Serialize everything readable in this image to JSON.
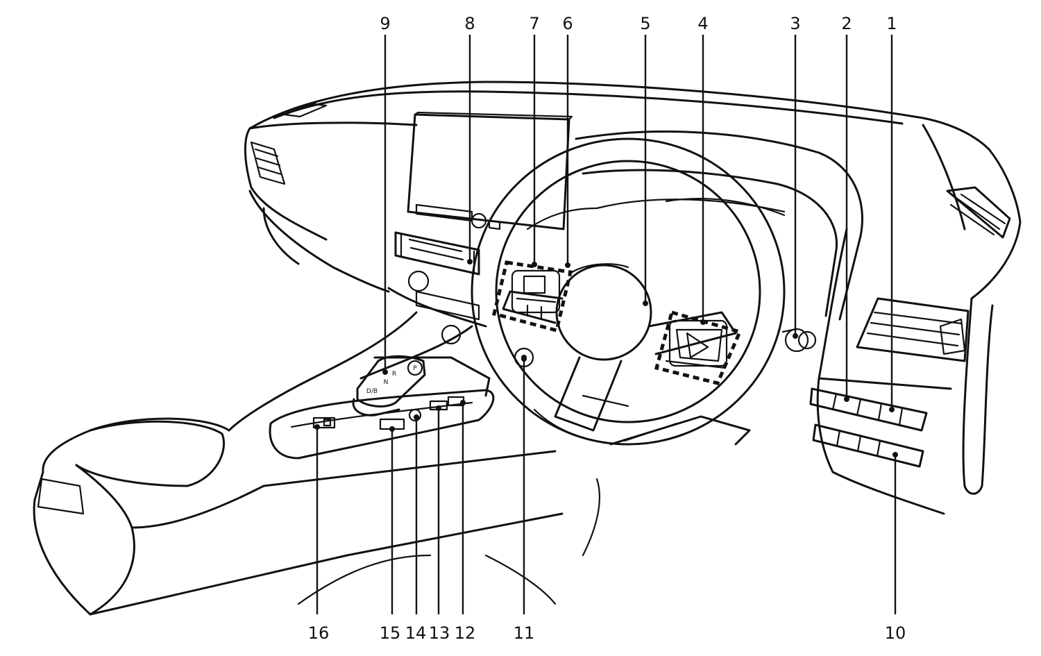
{
  "callouts": [
    {
      "label": "1"
    },
    {
      "label": "2"
    },
    {
      "label": "3"
    },
    {
      "label": "4"
    },
    {
      "label": "5"
    },
    {
      "label": "6"
    },
    {
      "label": "7"
    },
    {
      "label": "8"
    },
    {
      "label": "9"
    },
    {
      "label": "10"
    },
    {
      "label": "11"
    },
    {
      "label": "12"
    },
    {
      "label": "13"
    },
    {
      "label": "14"
    },
    {
      "label": "15"
    },
    {
      "label": "16"
    }
  ],
  "shifter": {
    "p": "P",
    "r": "R",
    "n": "N",
    "db": "D/B"
  }
}
